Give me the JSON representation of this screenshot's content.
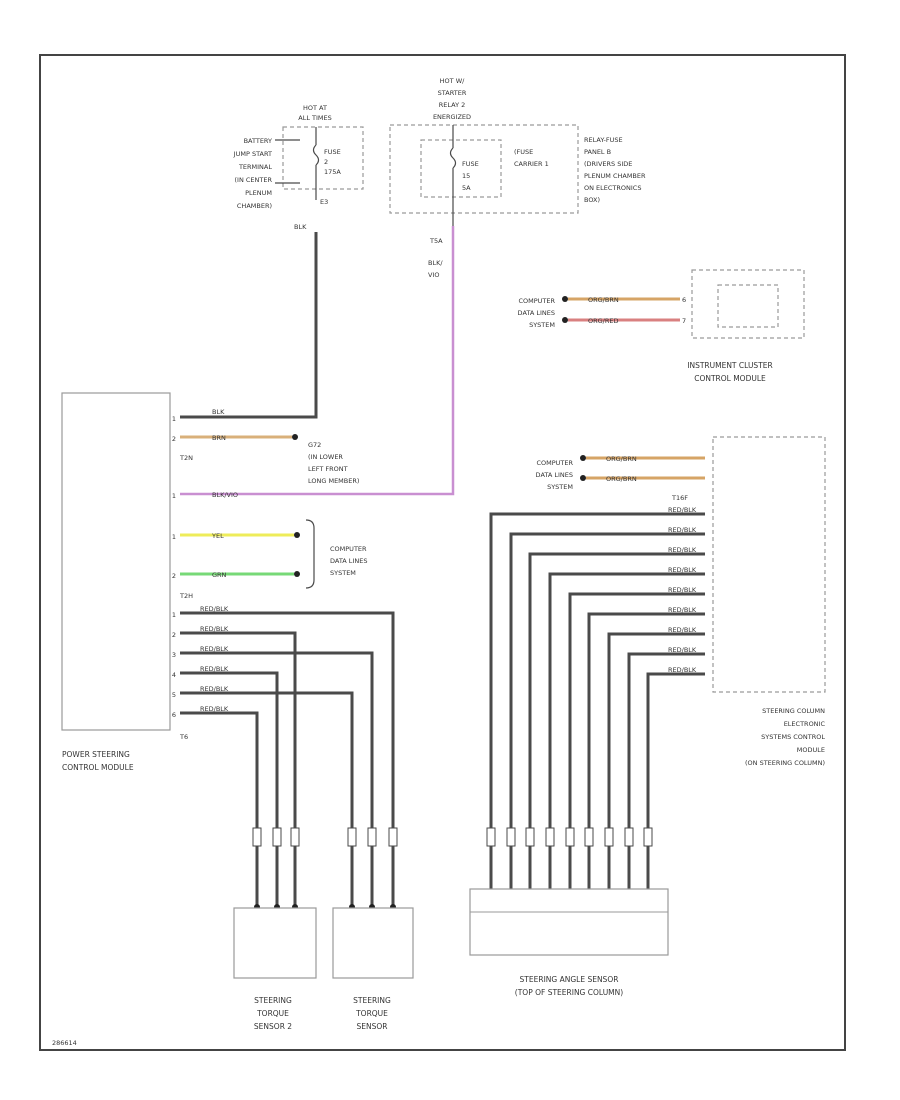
{
  "hot_at_all_times": {
    "line1": "HOT AT",
    "line2": "ALL TIMES"
  },
  "battery_terminal": [
    "BATTERY",
    "JUMP START",
    "TERMINAL",
    "(IN CENTER",
    "PLENUM",
    "CHAMBER)"
  ],
  "fuse_left": {
    "label": "FUSE",
    "number": "2",
    "rating": "175A",
    "circuit": "E3"
  },
  "wire_blk_left": "BLK",
  "hot_starter": {
    "line1": "HOT W/",
    "line2": "STARTER",
    "line3": "RELAY 2",
    "line4": "ENERGIZED"
  },
  "fuse_right": {
    "label": "FUSE",
    "number": "15",
    "rating": "5A",
    "carrier_line1": "(FUSE",
    "carrier_line2": "CARRIER 1"
  },
  "relay_fuse_panel": [
    "RELAY-FUSE",
    "PANEL B",
    "(DRIVERS SIDE",
    "PLENUM CHAMBER",
    "ON ELECTRONICS",
    "BOX)"
  ],
  "connector_t5a": "T5A",
  "wire_blk_vio": {
    "line1": "BLK/",
    "line2": "VIO"
  },
  "cdl_top": {
    "line1": "COMPUTER",
    "line2": "DATA LINES",
    "line3": "SYSTEM"
  },
  "cluster_wires": [
    "ORG/BRN",
    "ORG/RED"
  ],
  "cluster_pins": [
    "6",
    "7"
  ],
  "instrument_cluster": {
    "line1": "INSTRUMENT CLUSTER",
    "line2": "CONTROL MODULE"
  },
  "psm_wires": [
    "BLK",
    "BRN",
    "BLK/VIO",
    "YEL",
    "GRN"
  ],
  "psm_pins": [
    "1",
    "2",
    "1",
    "1",
    "2"
  ],
  "connector_t2n": "T2N",
  "connector_t2h": "T2H",
  "connector_t6": "T6",
  "g72": [
    "G72",
    "(IN LOWER",
    "LEFT FRONT",
    "LONG MEMBER)"
  ],
  "cdl_mid": {
    "line1": "COMPUTER",
    "line2": "DATA LINES",
    "line3": "SYSTEM"
  },
  "psm_sensor_wires": [
    "RED/BLK",
    "RED/BLK",
    "RED/BLK",
    "RED/BLK",
    "RED/BLK",
    "RED/BLK"
  ],
  "psm_sensor_pins": [
    "1",
    "2",
    "3",
    "4",
    "5",
    "6"
  ],
  "power_steering": {
    "line1": "POWER STEERING",
    "line2": "CONTROL MODULE"
  },
  "cdl_right": {
    "line1": "COMPUTER",
    "line2": "DATA LINES",
    "line3": "SYSTEM"
  },
  "steering_column_wires_top": [
    "ORG/BRN",
    "ORG/BRN"
  ],
  "connector_t16f": "T16F",
  "steering_angle_wires": [
    "RED/BLK",
    "RED/BLK",
    "RED/BLK",
    "RED/BLK",
    "RED/BLK",
    "RED/BLK",
    "RED/BLK",
    "RED/BLK",
    "RED/BLK"
  ],
  "steering_column_module": [
    "STEERING COLUMN",
    "ELECTRONIC",
    "SYSTEMS CONTROL",
    "MODULE",
    "(ON STEERING COLUMN)"
  ],
  "torque_sensor_2": [
    "STEERING",
    "TORQUE",
    "SENSOR 2"
  ],
  "torque_sensor": [
    "STEERING",
    "TORQUE",
    "SENSOR"
  ],
  "angle_sensor": {
    "line1": "STEERING ANGLE SENSOR",
    "line2": "(TOP OF STEERING COLUMN)"
  },
  "figure_id": "286614",
  "colors": {
    "violet": "#c98fd1",
    "yellow": "#eeec5a",
    "green": "#77d977",
    "org_brn": "#d6a466",
    "org_red": "#d98080",
    "tan": "#d9b07a",
    "black": "#4a4a4a"
  }
}
